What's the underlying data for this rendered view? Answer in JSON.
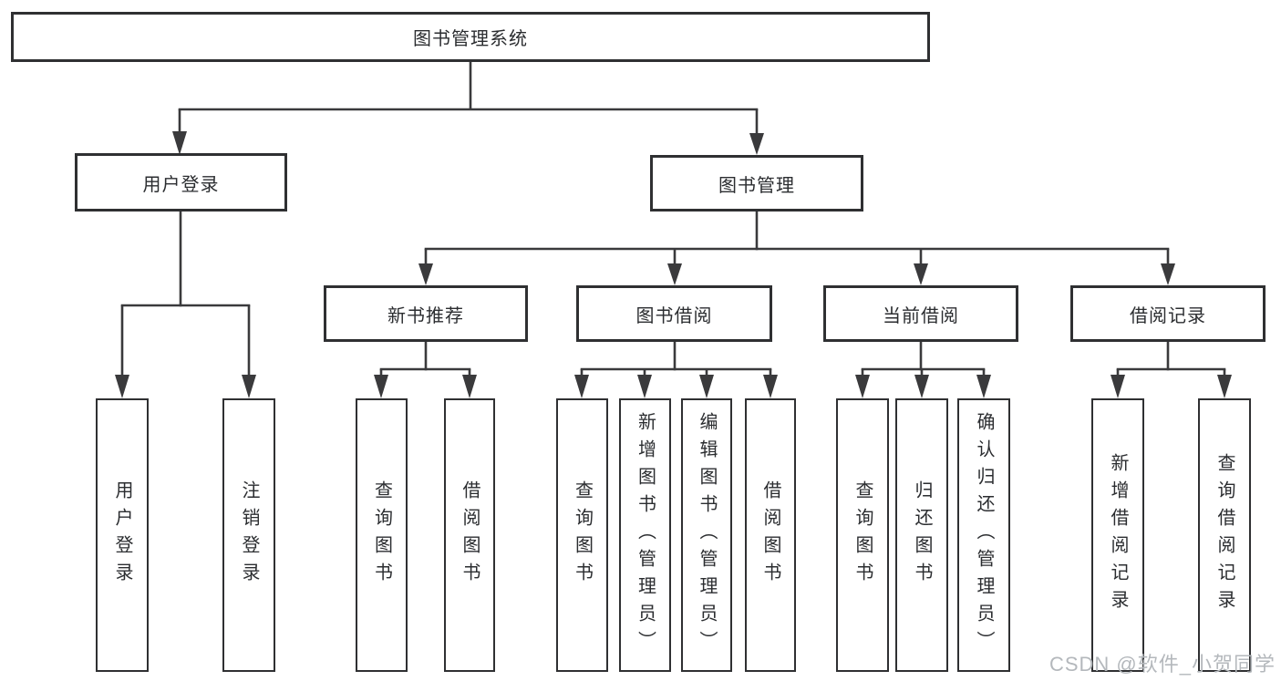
{
  "tree": {
    "label": "图书管理系统",
    "children": [
      {
        "label": "用户登录",
        "children": [
          {
            "label": "用户登录"
          },
          {
            "label": "注销登录"
          }
        ]
      },
      {
        "label": "图书管理",
        "children": [
          {
            "label": "新书推荐",
            "children": [
              {
                "label": "查询图书"
              },
              {
                "label": "借阅图书"
              }
            ]
          },
          {
            "label": "图书借阅",
            "children": [
              {
                "label": "查询图书"
              },
              {
                "label": "新增图书（管理员）"
              },
              {
                "label": "编辑图书（管理员）"
              },
              {
                "label": "借阅图书"
              }
            ]
          },
          {
            "label": "当前借阅",
            "children": [
              {
                "label": "查询图书"
              },
              {
                "label": "归还图书"
              },
              {
                "label": "确认归还（管理员）"
              }
            ]
          },
          {
            "label": "借阅记录",
            "children": [
              {
                "label": "新增借阅记录"
              },
              {
                "label": "查询借阅记录"
              }
            ]
          }
        ]
      }
    ]
  },
  "watermark": {
    "text": "CSDN @软件_小贺同学"
  },
  "colors": {
    "line": "#3a3a3c",
    "box_border": "#2f3032",
    "box_fill": "#ffffff",
    "text": "#2b2d30",
    "watermark": "#b4b8bc"
  }
}
